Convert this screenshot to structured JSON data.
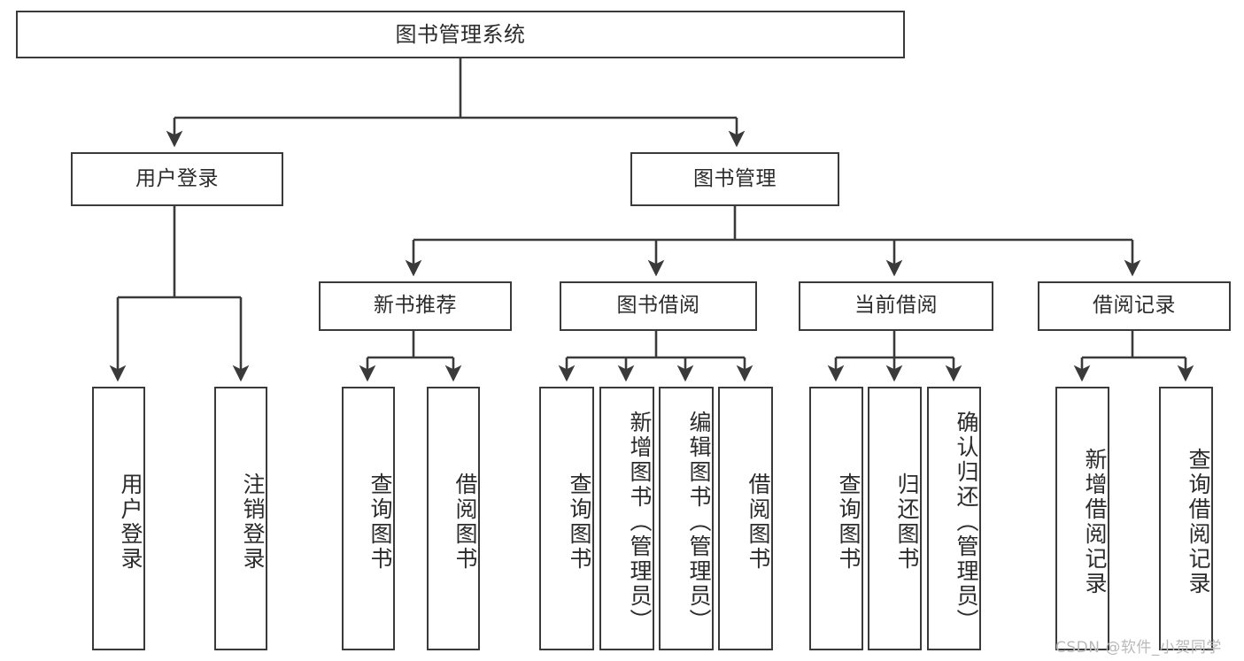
{
  "diagram": {
    "title": "图书管理系统",
    "type": "functional-structure-tree",
    "watermark": "CSDN @软件_小贺同学",
    "colors": {
      "box_border": "#3a3a3a",
      "box_fill": "#ffffff",
      "text": "#2b2b2b",
      "edge": "#3a3a3a",
      "watermark": "#b9b9b9"
    },
    "levels": {
      "root": {
        "label": "图书管理系统"
      },
      "level2": [
        {
          "id": "user-login",
          "label": "用户登录"
        },
        {
          "id": "book-manage",
          "label": "图书管理"
        }
      ],
      "level3": [
        {
          "id": "new-book-rec",
          "label": "新书推荐",
          "parent": "book-manage"
        },
        {
          "id": "book-borrow",
          "label": "图书借阅",
          "parent": "book-manage"
        },
        {
          "id": "current-borrow",
          "label": "当前借阅",
          "parent": "book-manage"
        },
        {
          "id": "borrow-record",
          "label": "借阅记录",
          "parent": "book-manage"
        }
      ],
      "leaves": {
        "user_login": [
          {
            "id": "leaf-user-login",
            "label": "用户登录"
          },
          {
            "id": "leaf-user-logout",
            "label": "注销登录"
          }
        ],
        "new_book_rec": [
          {
            "id": "leaf-query-book-1",
            "label": "查询图书"
          },
          {
            "id": "leaf-borrow-book-1",
            "label": "借阅图书"
          }
        ],
        "book_borrow": [
          {
            "id": "leaf-query-book-2",
            "label": "查询图书"
          },
          {
            "id": "leaf-add-book",
            "label": "新增图书（管理员）"
          },
          {
            "id": "leaf-edit-book",
            "label": "编辑图书（管理员）"
          },
          {
            "id": "leaf-borrow-book-2",
            "label": "借阅图书"
          }
        ],
        "current_borrow": [
          {
            "id": "leaf-query-book-3",
            "label": "查询图书"
          },
          {
            "id": "leaf-return-book",
            "label": "归还图书"
          },
          {
            "id": "leaf-confirm-return",
            "label": "确认归还（管理员）"
          }
        ],
        "borrow_record": [
          {
            "id": "leaf-add-record",
            "label": "新增借阅记录"
          },
          {
            "id": "leaf-query-record",
            "label": "查询借阅记录"
          }
        ]
      }
    }
  }
}
